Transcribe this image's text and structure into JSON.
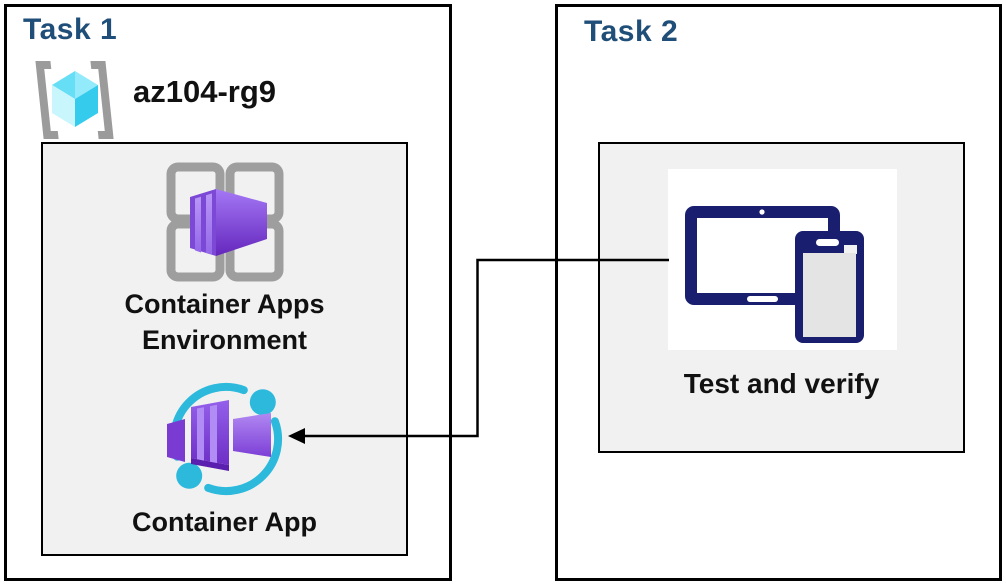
{
  "task1": {
    "title": "Task 1",
    "resource_group": {
      "name": "az104-rg9",
      "icon": "resource-group-icon"
    },
    "nodes": [
      {
        "label_lines": [
          "Container Apps",
          "Environment"
        ],
        "icon": "container-apps-environment-icon"
      },
      {
        "label": "Container App",
        "icon": "container-app-icon"
      }
    ]
  },
  "task2": {
    "title": "Task 2",
    "nodes": [
      {
        "label": "Test and verify",
        "icon": "devices-icon"
      }
    ]
  },
  "connector": {
    "type": "elbow-arrow",
    "from": "devices-icon",
    "to": "container-app-icon"
  },
  "colors": {
    "heading": "#1F4E79",
    "box_border": "#000000",
    "inner_box_bg": "#F1F1F1",
    "label_text": "#111111",
    "device_navy": "#191E6E",
    "cyan": "#2CB9DC",
    "bracket_gray": "#9B9B9B",
    "purple": "#7C48D6",
    "purple_light": "#A880F0",
    "purple_dark": "#6B2FC7",
    "cube_cyan": "#57D9F2"
  }
}
